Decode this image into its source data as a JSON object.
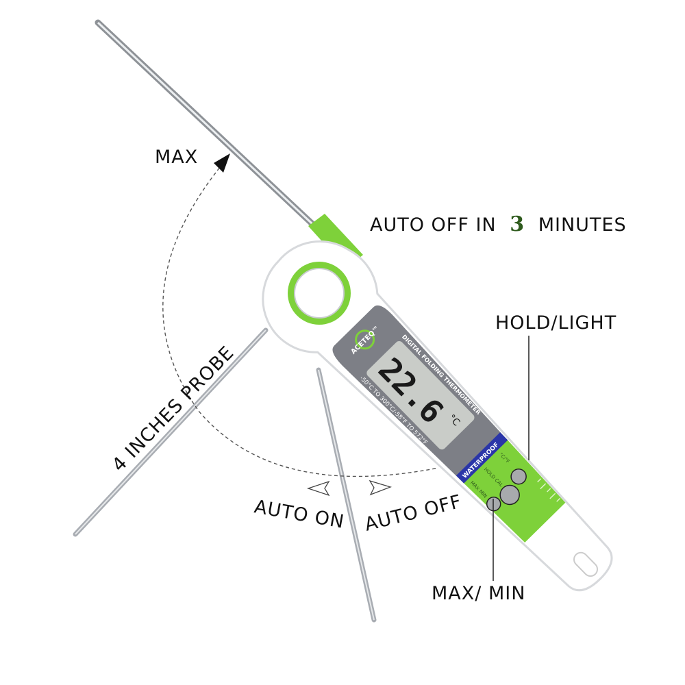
{
  "labels": {
    "max": "MAX",
    "auto_off_in": "AUTO OFF IN",
    "minutes_value": "3",
    "minutes": "MINUTES",
    "hold_light": "HOLD/LIGHT",
    "probe_length": "4 INCHES PROBE",
    "auto_on": "AUTO ON",
    "auto_off": "AUTO OFF",
    "max_min": "MAX/ MIN"
  },
  "device": {
    "brand": "ACETEQ™",
    "product_name": "DIGITAL FOLDING THERMOMETER",
    "range": "-50°C TO 300°C/-58°F TO 572°F",
    "waterproof": "WATERPROOF",
    "display_value": "22.6",
    "display_unit": "°C",
    "button_hold_cal": "HOLD CAL",
    "button_max_min": "MAX MIN",
    "button_cf_light": "°C/°F"
  },
  "colors": {
    "accent_green": "#7ed13a",
    "panel_gray": "#7d7f86",
    "lcd": "#c9ccc8",
    "waterproof_blue": "#2a35a8",
    "three_green": "#2e5a1c"
  }
}
